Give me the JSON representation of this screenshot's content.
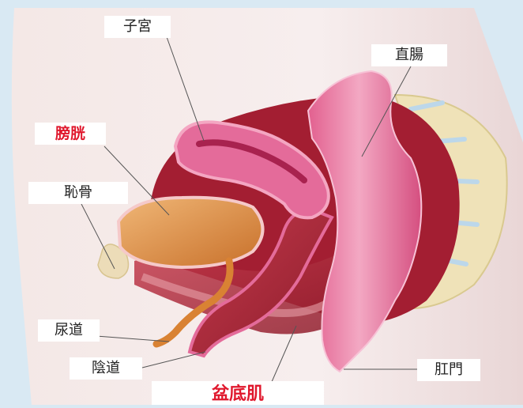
{
  "labels": {
    "uterus": "子宮",
    "rectum": "直腸",
    "bladder": "膀胱",
    "pubic_bone": "恥骨",
    "urethra": "尿道",
    "vagina": "陰道",
    "anus": "肛門",
    "pelvic_floor": "盆底肌"
  },
  "colors": {
    "background": "#d9e9f3",
    "highlight_label": "#e0182d",
    "label_text": "#222222",
    "label_box": "#ffffff",
    "organ_pink": "#e46b9a",
    "bladder_orange": "#d9852f",
    "muscle_red": "#b0283a"
  }
}
